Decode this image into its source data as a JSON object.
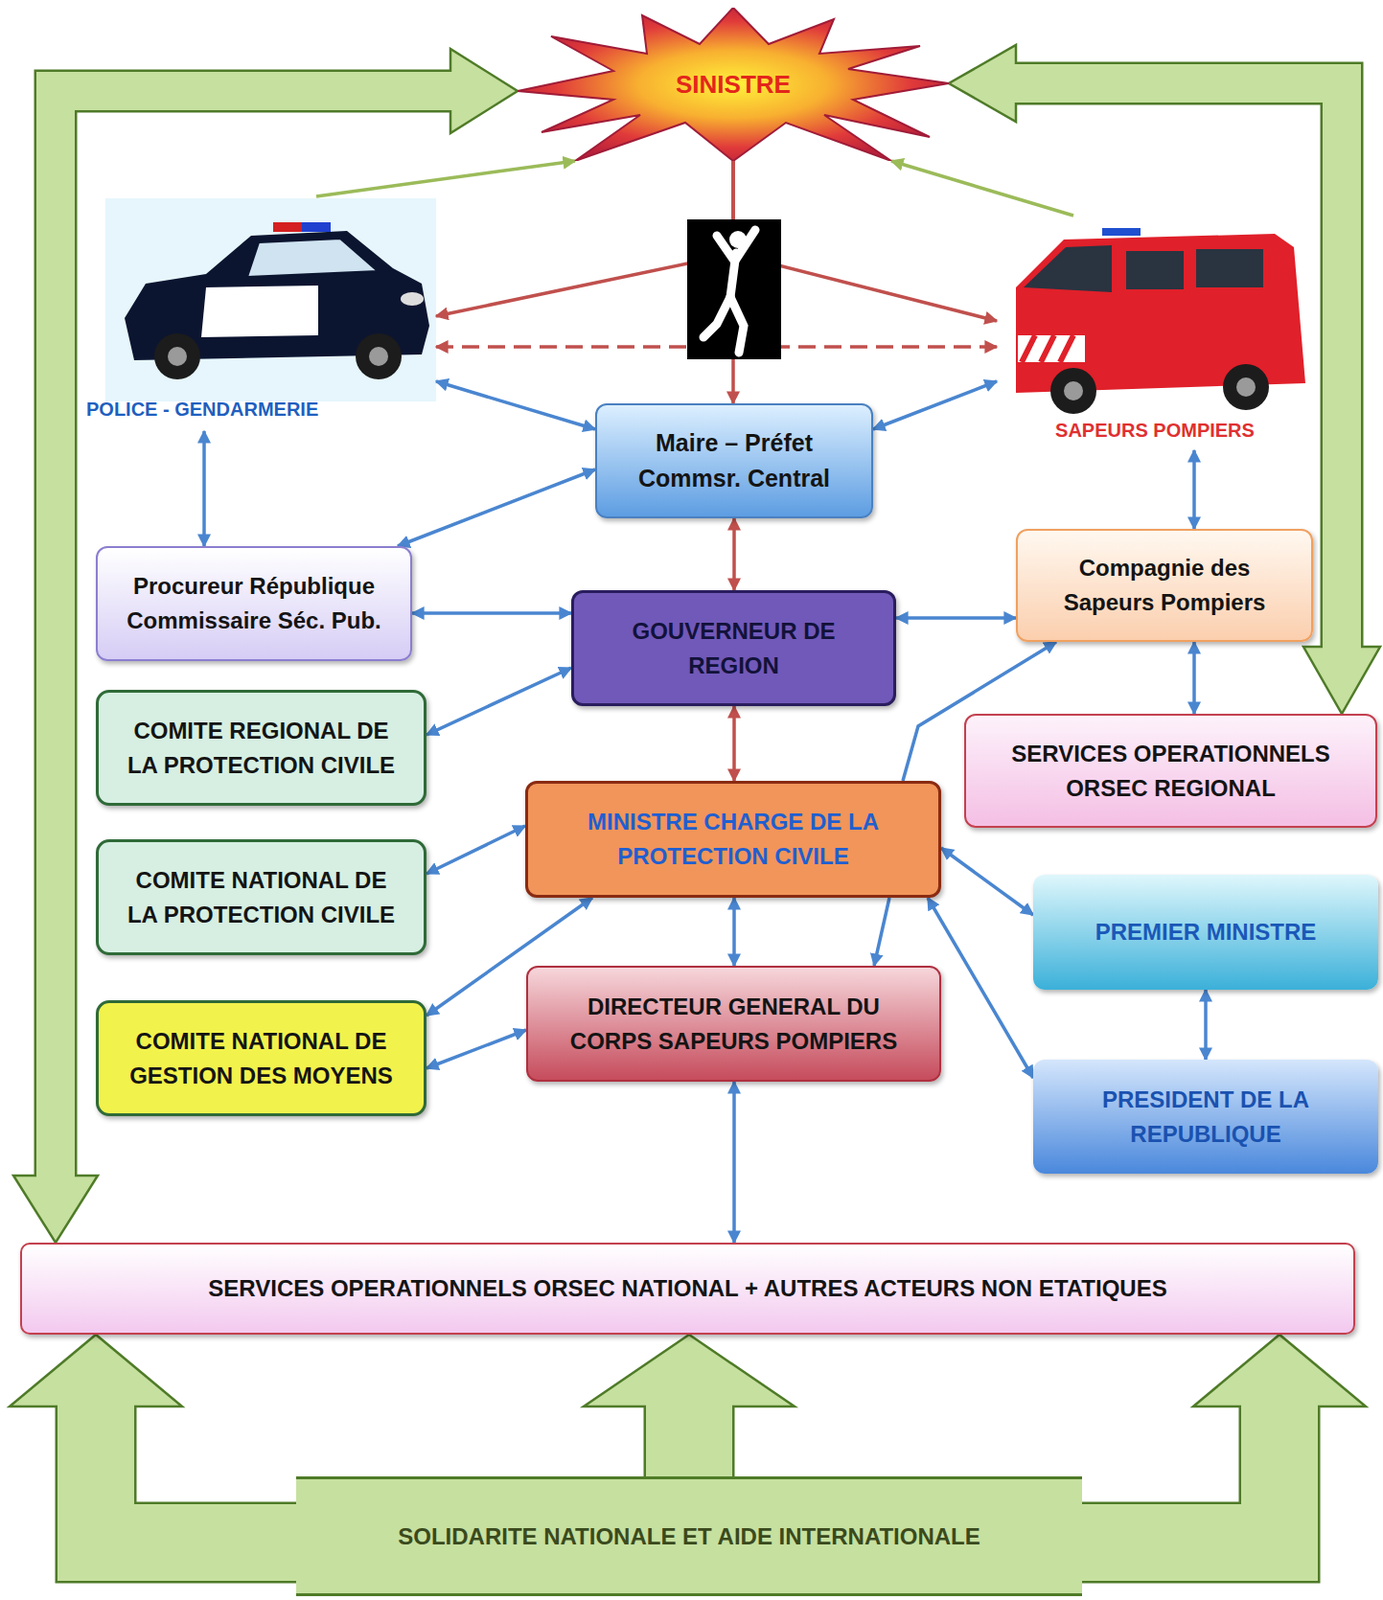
{
  "diagram": {
    "nodes": [
      {
        "text": [
          "SINISTRE"
        ]
      },
      {
        "text": [
          "POLICE - GENDARMERIE"
        ]
      },
      {
        "text": [
          "Maire – Préfet Commsr. Central"
        ]
      },
      {
        "text": [
          "SAPEURS POMPIERS"
        ]
      },
      {
        "text": [
          "Procureur République Commissaire Séc. Pub."
        ]
      },
      {
        "text": [
          "Compagnie des Sapeurs Pompiers"
        ]
      },
      {
        "text": [
          "GOUVERNEUR DE REGION"
        ]
      },
      {
        "text": [
          "COMITE REGIONAL DE LA PROTECTION CIVILE"
        ]
      },
      {
        "text": [
          "SERVICES OPERATIONNELS ORSEC REGIONAL"
        ]
      },
      {
        "text": [
          "MINISTRE CHARGE DE LA PROTECTION CIVILE"
        ]
      },
      {
        "text": [
          "COMITE NATIONAL DE LA PROTECTION CIVILE"
        ]
      },
      {
        "text": [
          "PREMIER MINISTRE"
        ]
      },
      {
        "text": [
          "COMITE NATIONAL DE GESTION DES MOYENS"
        ]
      },
      {
        "text": [
          "DIRECTEUR GENERAL DU CORPS SAPEURS POMPIERS"
        ]
      },
      {
        "text": [
          "PRESIDENT DE LA REPUBLIQUE"
        ]
      },
      {
        "text": [
          "SERVICES OPERATIONNELS ORSEC NATIONAL + AUTRES ACTEURS NON ETATIQUES"
        ]
      },
      {
        "text": [
          "SOLIDARITE NATIONALE ET AIDE INTERNATIONALE"
        ]
      }
    ],
    "edges": [
      {
        "from": 0,
        "to": 1,
        "arrow": "to"
      },
      {
        "from": 0,
        "to": 3,
        "arrow": "to"
      },
      {
        "from": 0,
        "to": 2,
        "arrow": "to"
      },
      {
        "from": 1,
        "to": 3,
        "arrow": "both"
      },
      {
        "from": 1,
        "to": 0,
        "arrow": "to"
      },
      {
        "from": 3,
        "to": 0,
        "arrow": "to"
      },
      {
        "from": 1,
        "to": 2,
        "arrow": "both"
      },
      {
        "from": 3,
        "to": 2,
        "arrow": "both"
      },
      {
        "from": 1,
        "to": 4,
        "arrow": "both"
      },
      {
        "from": 2,
        "to": 4,
        "arrow": "both"
      },
      {
        "from": 3,
        "to": 5,
        "arrow": "both"
      },
      {
        "from": 4,
        "to": 6,
        "arrow": "both"
      },
      {
        "from": 6,
        "to": 5,
        "arrow": "both"
      },
      {
        "from": 2,
        "to": 6,
        "arrow": "both"
      },
      {
        "from": 6,
        "to": 7,
        "arrow": "both"
      },
      {
        "from": 5,
        "to": 8,
        "arrow": "both"
      },
      {
        "from": 6,
        "to": 9,
        "arrow": "both"
      },
      {
        "from": 9,
        "to": 10,
        "arrow": "both"
      },
      {
        "from": 9,
        "to": 5,
        "arrow": "to"
      },
      {
        "from": 9,
        "to": 11,
        "arrow": "both"
      },
      {
        "from": 9,
        "to": 14,
        "arrow": "both"
      },
      {
        "from": 9,
        "to": 13,
        "arrow": "to"
      },
      {
        "from": 9,
        "to": 13,
        "arrow": "both"
      },
      {
        "from": 9,
        "to": 12,
        "arrow": "both"
      },
      {
        "from": 12,
        "to": 13,
        "arrow": "both"
      },
      {
        "from": 11,
        "to": 14,
        "arrow": "both"
      },
      {
        "from": 13,
        "to": 15,
        "arrow": "both"
      },
      {
        "from": 0,
        "to": 15,
        "arrow": "both"
      },
      {
        "from": 0,
        "to": 8,
        "arrow": "both"
      },
      {
        "from": 16,
        "to": 15,
        "arrow": "to"
      },
      {
        "from": 16,
        "to": 15,
        "arrow": "to"
      },
      {
        "from": 16,
        "to": 15,
        "arrow": "to"
      }
    ]
  }
}
